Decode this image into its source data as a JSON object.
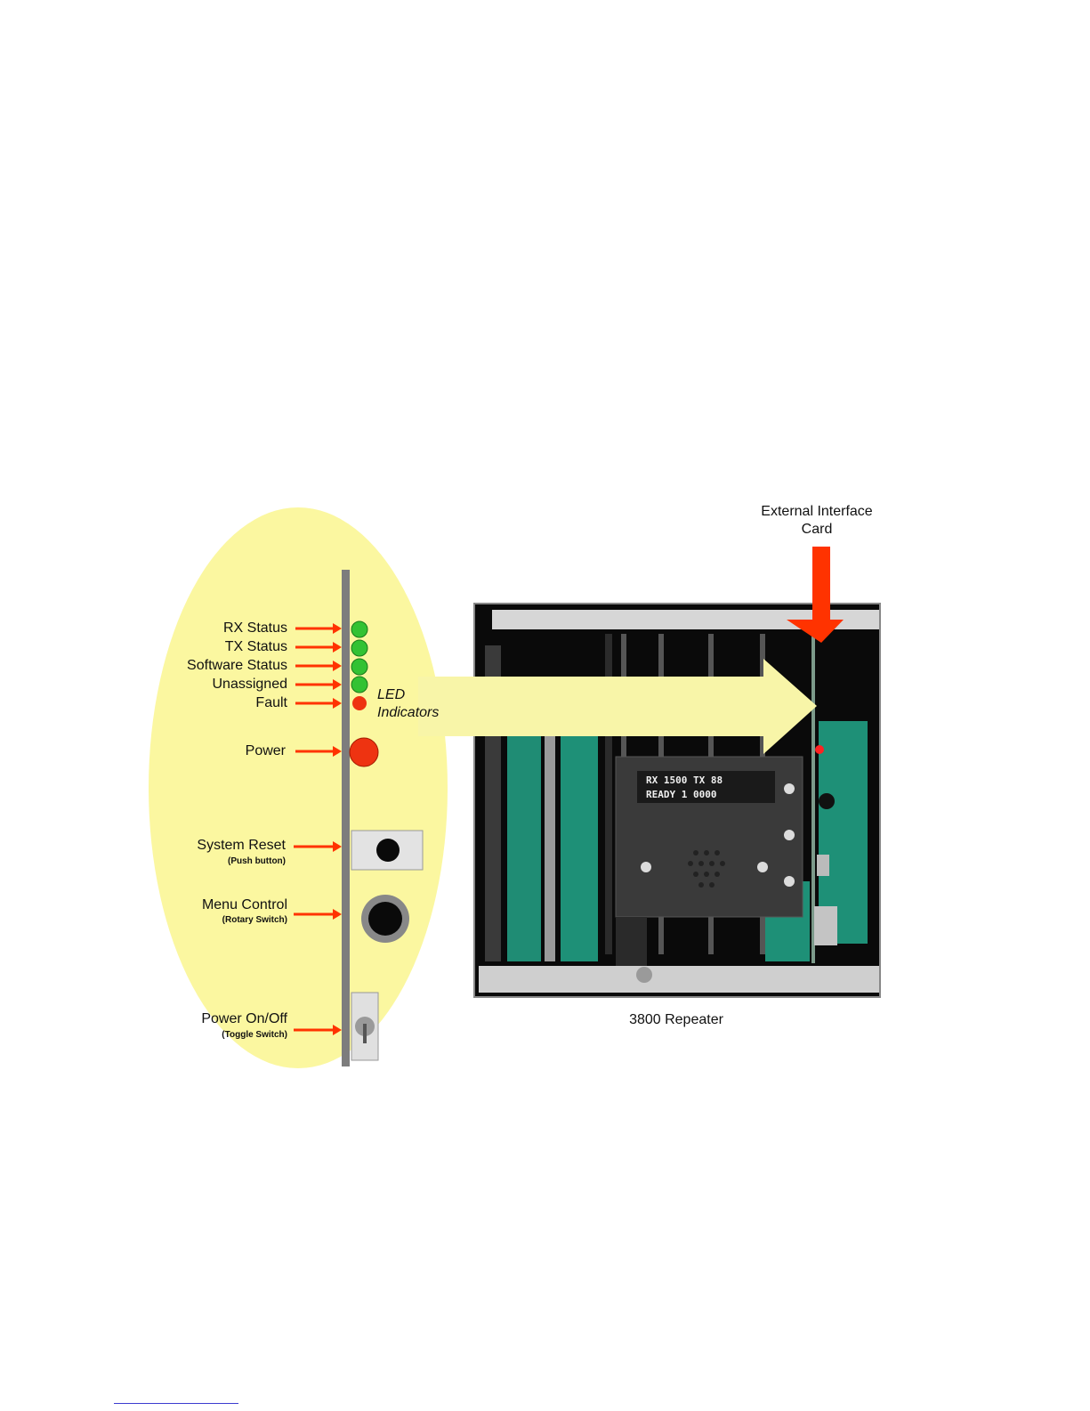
{
  "labels": {
    "rx_status": "RX Status",
    "tx_status": "TX Status",
    "software_status": "Software Status",
    "unassigned": "Unassigned",
    "fault": "Fault",
    "power": "Power",
    "system_reset": "System Reset",
    "system_reset_sub": "(Push button)",
    "menu_control": "Menu Control",
    "menu_control_sub": "(Rotary Switch)",
    "power_onoff": "Power On/Off",
    "power_onoff_sub": "(Toggle Switch)",
    "led_indicators_1": "LED",
    "led_indicators_2": "Indicators",
    "external_interface_1": "External Interface",
    "external_interface_2": "Card",
    "caption": "3800 Repeater",
    "lcd_line1": "RX 1500 TX 88",
    "lcd_line2": "READY 1 0000"
  },
  "colors": {
    "ellipse": "#fbf7a0",
    "led_green": "#33c233",
    "led_red": "#ee3311",
    "arrow_red": "#ff3300",
    "big_arrow": "#f8f5a8"
  }
}
